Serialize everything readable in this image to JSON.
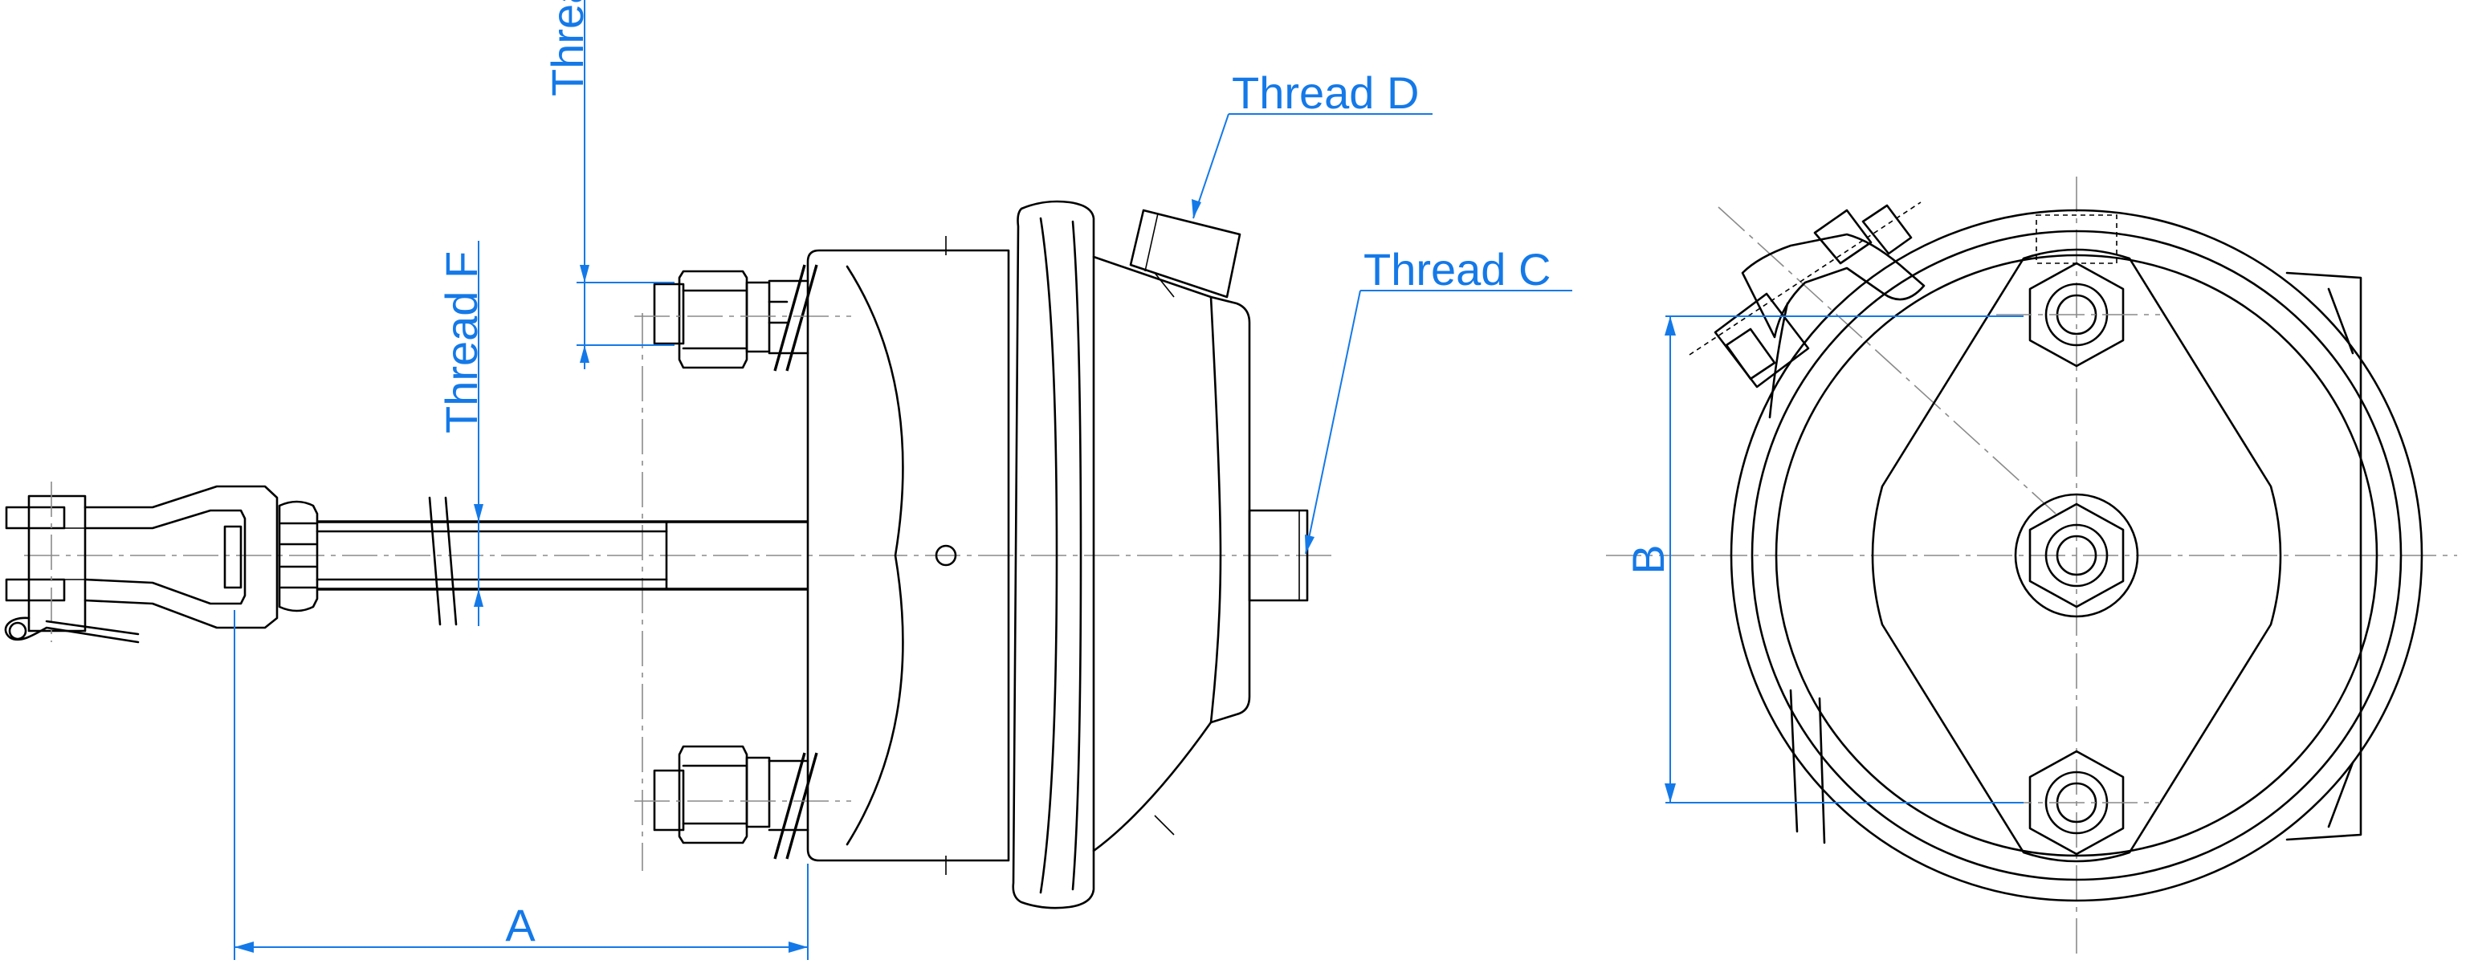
{
  "labels": {
    "thread_d": "Thread D",
    "thread_c": "Thread  C",
    "thread_e": "Thread E",
    "thread_f": "Thread F",
    "dim_a": "A",
    "dim_b": "B"
  },
  "colors": {
    "dimension": "#1479e8",
    "outline": "#000000",
    "centerline": "#8a8a8a"
  }
}
